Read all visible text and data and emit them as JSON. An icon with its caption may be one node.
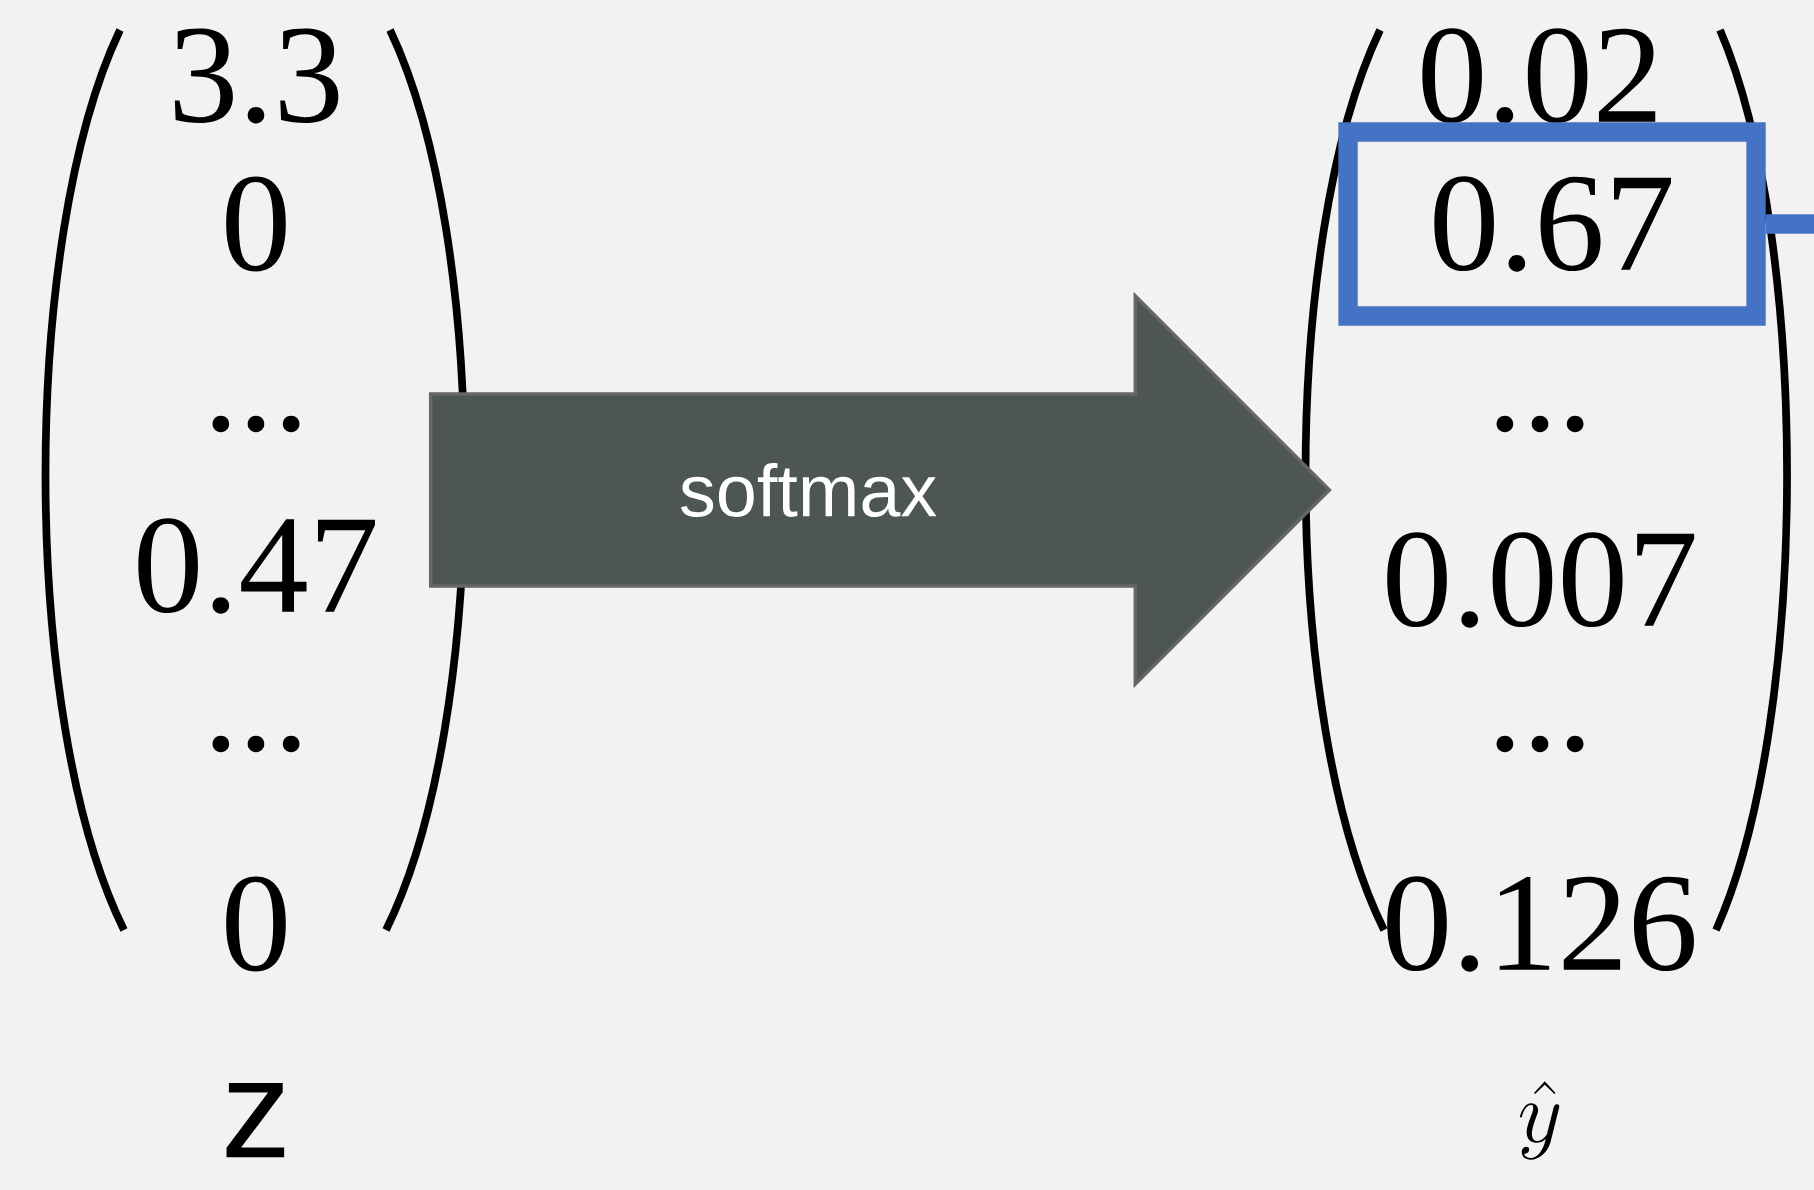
{
  "diagram": {
    "nodes": [
      {
        "text": [
          "3.3",
          "0",
          "...",
          "0.47",
          "...",
          "0"
        ],
        "beside": [
          "z"
        ]
      },
      {
        "text": [
          "0.02",
          "...",
          "0.007",
          "...",
          "0.126"
        ],
        "beside": [
          "\\hat{y}"
        ]
      },
      {
        "text": [
          "0.67"
        ],
        "in": 1
      }
    ],
    "edges": [
      {
        "from": 0,
        "to": 1,
        "arrow": "to",
        "label": "softmax",
        "style": "thick",
        "color": "#4e5652"
      },
      {
        "from": 2,
        "to": null,
        "arrow": "none",
        "color": "#4472c4"
      }
    ]
  }
}
